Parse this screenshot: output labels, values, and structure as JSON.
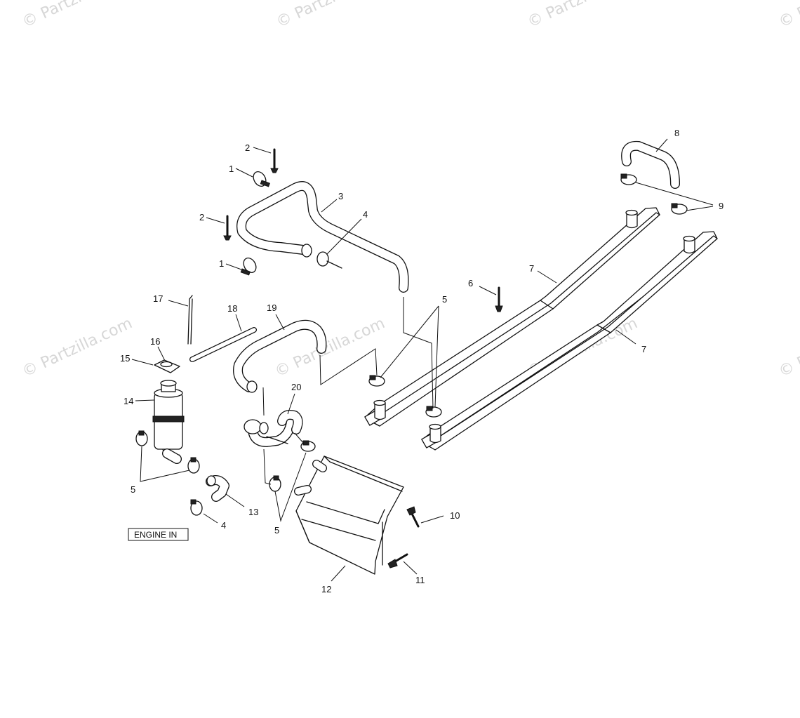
{
  "watermarks": [
    "© Partzilla.com",
    "© Partzilla.com",
    "© Partzilla.com",
    "© Partzilla.com",
    "© Partzilla.com",
    "© Partzilla.com",
    "© Partzilla.com",
    "© Partzilla.com"
  ],
  "callouts": {
    "c1a": "1",
    "c1b": "1",
    "c2a": "2",
    "c2b": "2",
    "c3": "3",
    "c4a": "4",
    "c4b": "4",
    "c5a": "5",
    "c5b": "5",
    "c5c": "5",
    "c6": "6",
    "c7a": "7",
    "c7b": "7",
    "c8": "8",
    "c9": "9",
    "c10": "10",
    "c11": "11",
    "c12": "12",
    "c13": "13",
    "c14": "14",
    "c15": "15",
    "c16": "16",
    "c17": "17",
    "c18": "18",
    "c19": "19",
    "c20": "20"
  },
  "engine_label": "ENGINE IN"
}
